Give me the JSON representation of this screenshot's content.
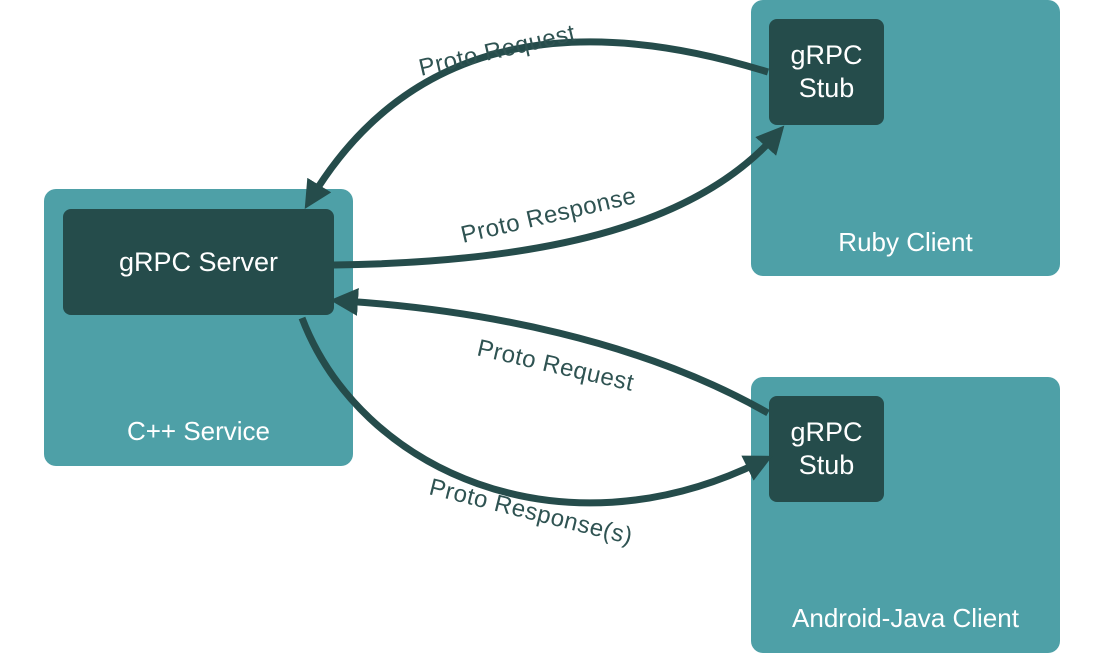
{
  "colors": {
    "panel": "#4ea0a7",
    "inner": "#254c4b",
    "arrow": "#254c4b",
    "label_text": "#2f5352",
    "panel_text": "#ffffff"
  },
  "nodes": {
    "cpp_service": {
      "label": "C++ Service",
      "inner_label": "gRPC Server"
    },
    "ruby_client": {
      "label": "Ruby Client",
      "inner_label": "gRPC\nStub"
    },
    "android_client": {
      "label": "Android-Java Client",
      "inner_label": "gRPC\nStub"
    }
  },
  "edges": {
    "ruby_request": {
      "label": "Proto Request",
      "from": "ruby_client",
      "to": "cpp_service"
    },
    "ruby_response": {
      "label": "Proto Response",
      "from": "cpp_service",
      "to": "ruby_client"
    },
    "android_request": {
      "label": "Proto Request",
      "from": "android_client",
      "to": "cpp_service"
    },
    "android_response": {
      "label": "Proto Response(s)",
      "from": "cpp_service",
      "to": "android_client"
    }
  }
}
